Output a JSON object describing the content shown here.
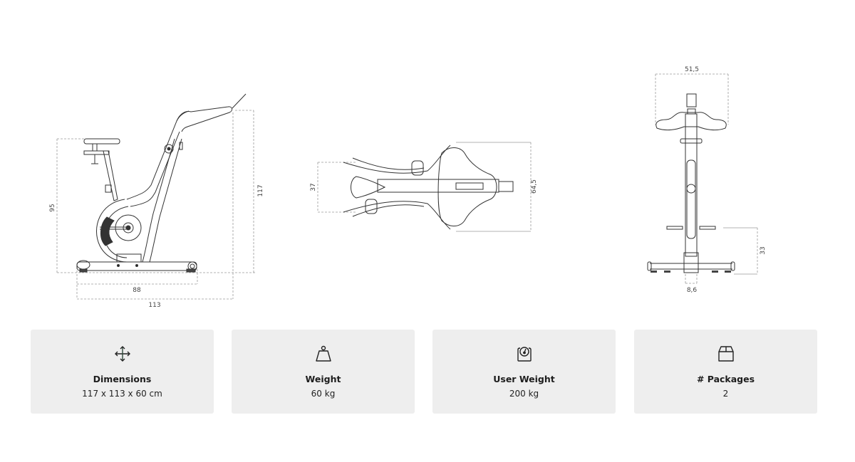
{
  "drawings": {
    "side_view": {
      "dimensions": {
        "seat_height": "95",
        "total_height": "117",
        "base_length": "88",
        "total_length": "113"
      }
    },
    "top_view": {
      "dimensions": {
        "pedal_width": "37",
        "base_width": "64,5"
      }
    },
    "front_view": {
      "dimensions": {
        "handlebar_width": "51,5",
        "pedal_height": "33",
        "frame_width": "8,6"
      }
    }
  },
  "specs": [
    {
      "icon": "move-arrows-icon",
      "label": "Dimensions",
      "value": "117 x 113 x 60 cm"
    },
    {
      "icon": "weight-icon",
      "label": "Weight",
      "value": "60 kg"
    },
    {
      "icon": "scale-icon",
      "label": "User Weight",
      "value": "200 kg"
    },
    {
      "icon": "package-box-icon",
      "label": "# Packages",
      "value": "2"
    }
  ],
  "colors": {
    "card_bg": "#eeeeee",
    "line": "#333333",
    "dim_line": "#999999"
  }
}
